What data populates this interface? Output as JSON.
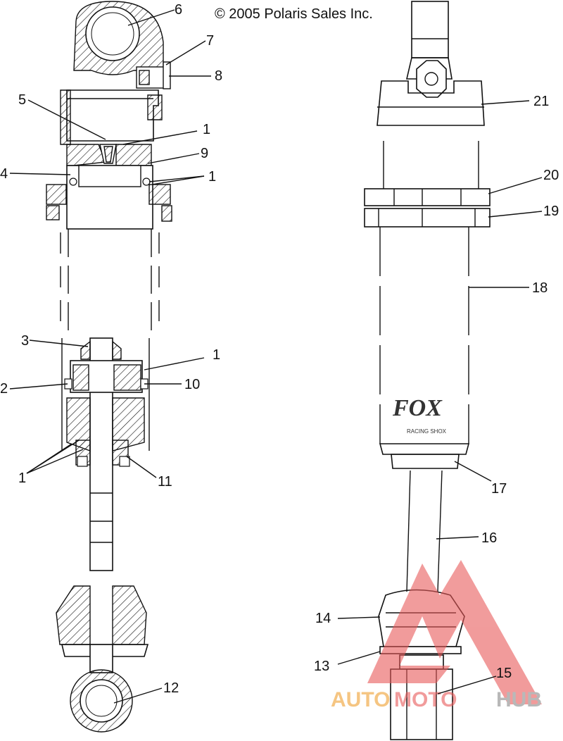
{
  "copyright": "© 2005 Polaris Sales Inc.",
  "brand_logo": "FOX",
  "brand_sub": "RACING SHOX",
  "watermark": {
    "part1": "AUTO",
    "part2": "MOTO",
    "part3": "HUB",
    "color_primary": "#f0a030",
    "color_secondary": "#e85a5a",
    "color_tertiary": "#8a8a8a"
  },
  "callouts": [
    "6",
    "7",
    "8",
    "5",
    "1",
    "9",
    "4",
    "1",
    "3",
    "1",
    "2",
    "10",
    "1",
    "11",
    "12",
    "21",
    "20",
    "19",
    "18",
    "17",
    "16",
    "14",
    "13",
    "15"
  ]
}
